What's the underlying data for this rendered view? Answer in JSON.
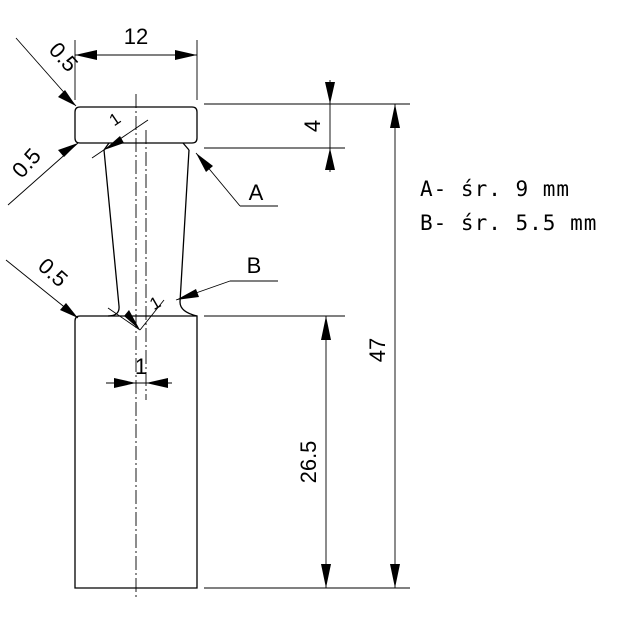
{
  "dimensions": {
    "top_width": "12",
    "flange_height": "4",
    "total_height": "47",
    "base_height": "26.5",
    "center_offset": "1",
    "chamfer_top_left": "0.5",
    "chamfer_mid_left": "0.5",
    "chamfer_lower_left": "0.5",
    "fillet_top": "1",
    "fillet_bottom": "1"
  },
  "callouts": {
    "a": "A",
    "b": "B"
  },
  "legend": {
    "line_a": "A- śr. 9 mm",
    "line_b": "B- śr. 5.5 mm"
  }
}
